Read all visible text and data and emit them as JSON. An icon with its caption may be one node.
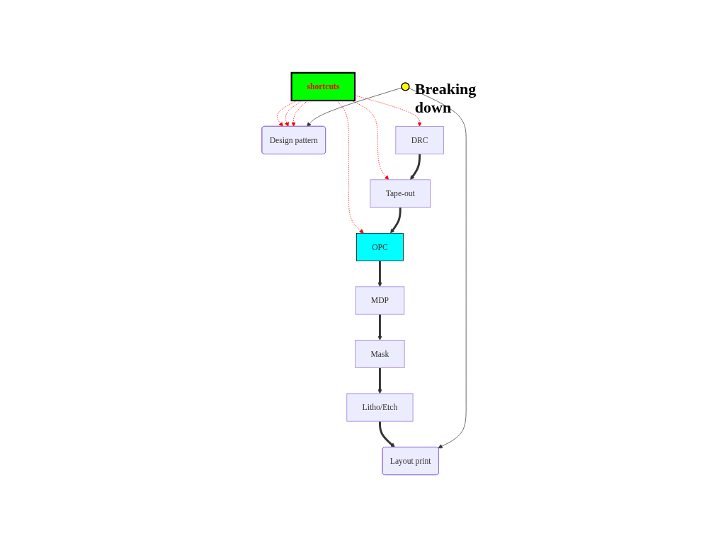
{
  "diagram": {
    "nodes": [
      {
        "text": [
          "Design pattern"
        ]
      },
      {
        "text": [
          "shortcuts"
        ]
      },
      {
        "text": [
          "DRC"
        ]
      },
      {
        "text": [
          "Tape-out"
        ]
      },
      {
        "text": [
          "OPC"
        ]
      },
      {
        "text": [
          "MDP"
        ]
      },
      {
        "text": [
          "Mask"
        ]
      },
      {
        "text": [
          "Litho/Etch"
        ]
      },
      {
        "text": [
          "Layout print"
        ]
      },
      {
        "text": [],
        "shape": "circle",
        "beside": [
          "Breaking down"
        ]
      }
    ],
    "edges": [
      {
        "from": 1,
        "to": 0,
        "arrow": "to",
        "style": "dashed",
        "color": "#ff0000"
      },
      {
        "from": 1,
        "to": 0,
        "arrow": "to",
        "style": "dashed",
        "color": "#ff0000"
      },
      {
        "from": 1,
        "to": 0,
        "arrow": "to",
        "style": "dashed",
        "color": "#ff0000"
      },
      {
        "from": 1,
        "to": 2,
        "arrow": "to",
        "style": "dashed",
        "color": "#ff0000"
      },
      {
        "from": 1,
        "to": 3,
        "arrow": "to",
        "style": "dashed",
        "color": "#ff0000"
      },
      {
        "from": 1,
        "to": 4,
        "arrow": "to",
        "style": "dashed",
        "color": "#ff0000"
      },
      {
        "from": 2,
        "to": 3,
        "arrow": "to",
        "style": "thick"
      },
      {
        "from": 3,
        "to": 4,
        "arrow": "to",
        "style": "thick"
      },
      {
        "from": 4,
        "to": 5,
        "arrow": "to",
        "style": "thick"
      },
      {
        "from": 5,
        "to": 6,
        "arrow": "to",
        "style": "thick"
      },
      {
        "from": 6,
        "to": 7,
        "arrow": "to",
        "style": "thick"
      },
      {
        "from": 7,
        "to": 8,
        "arrow": "to",
        "style": "thick"
      },
      {
        "from": 9,
        "to": 0,
        "arrow": "to"
      },
      {
        "from": 9,
        "to": 8,
        "arrow": "to"
      }
    ]
  }
}
